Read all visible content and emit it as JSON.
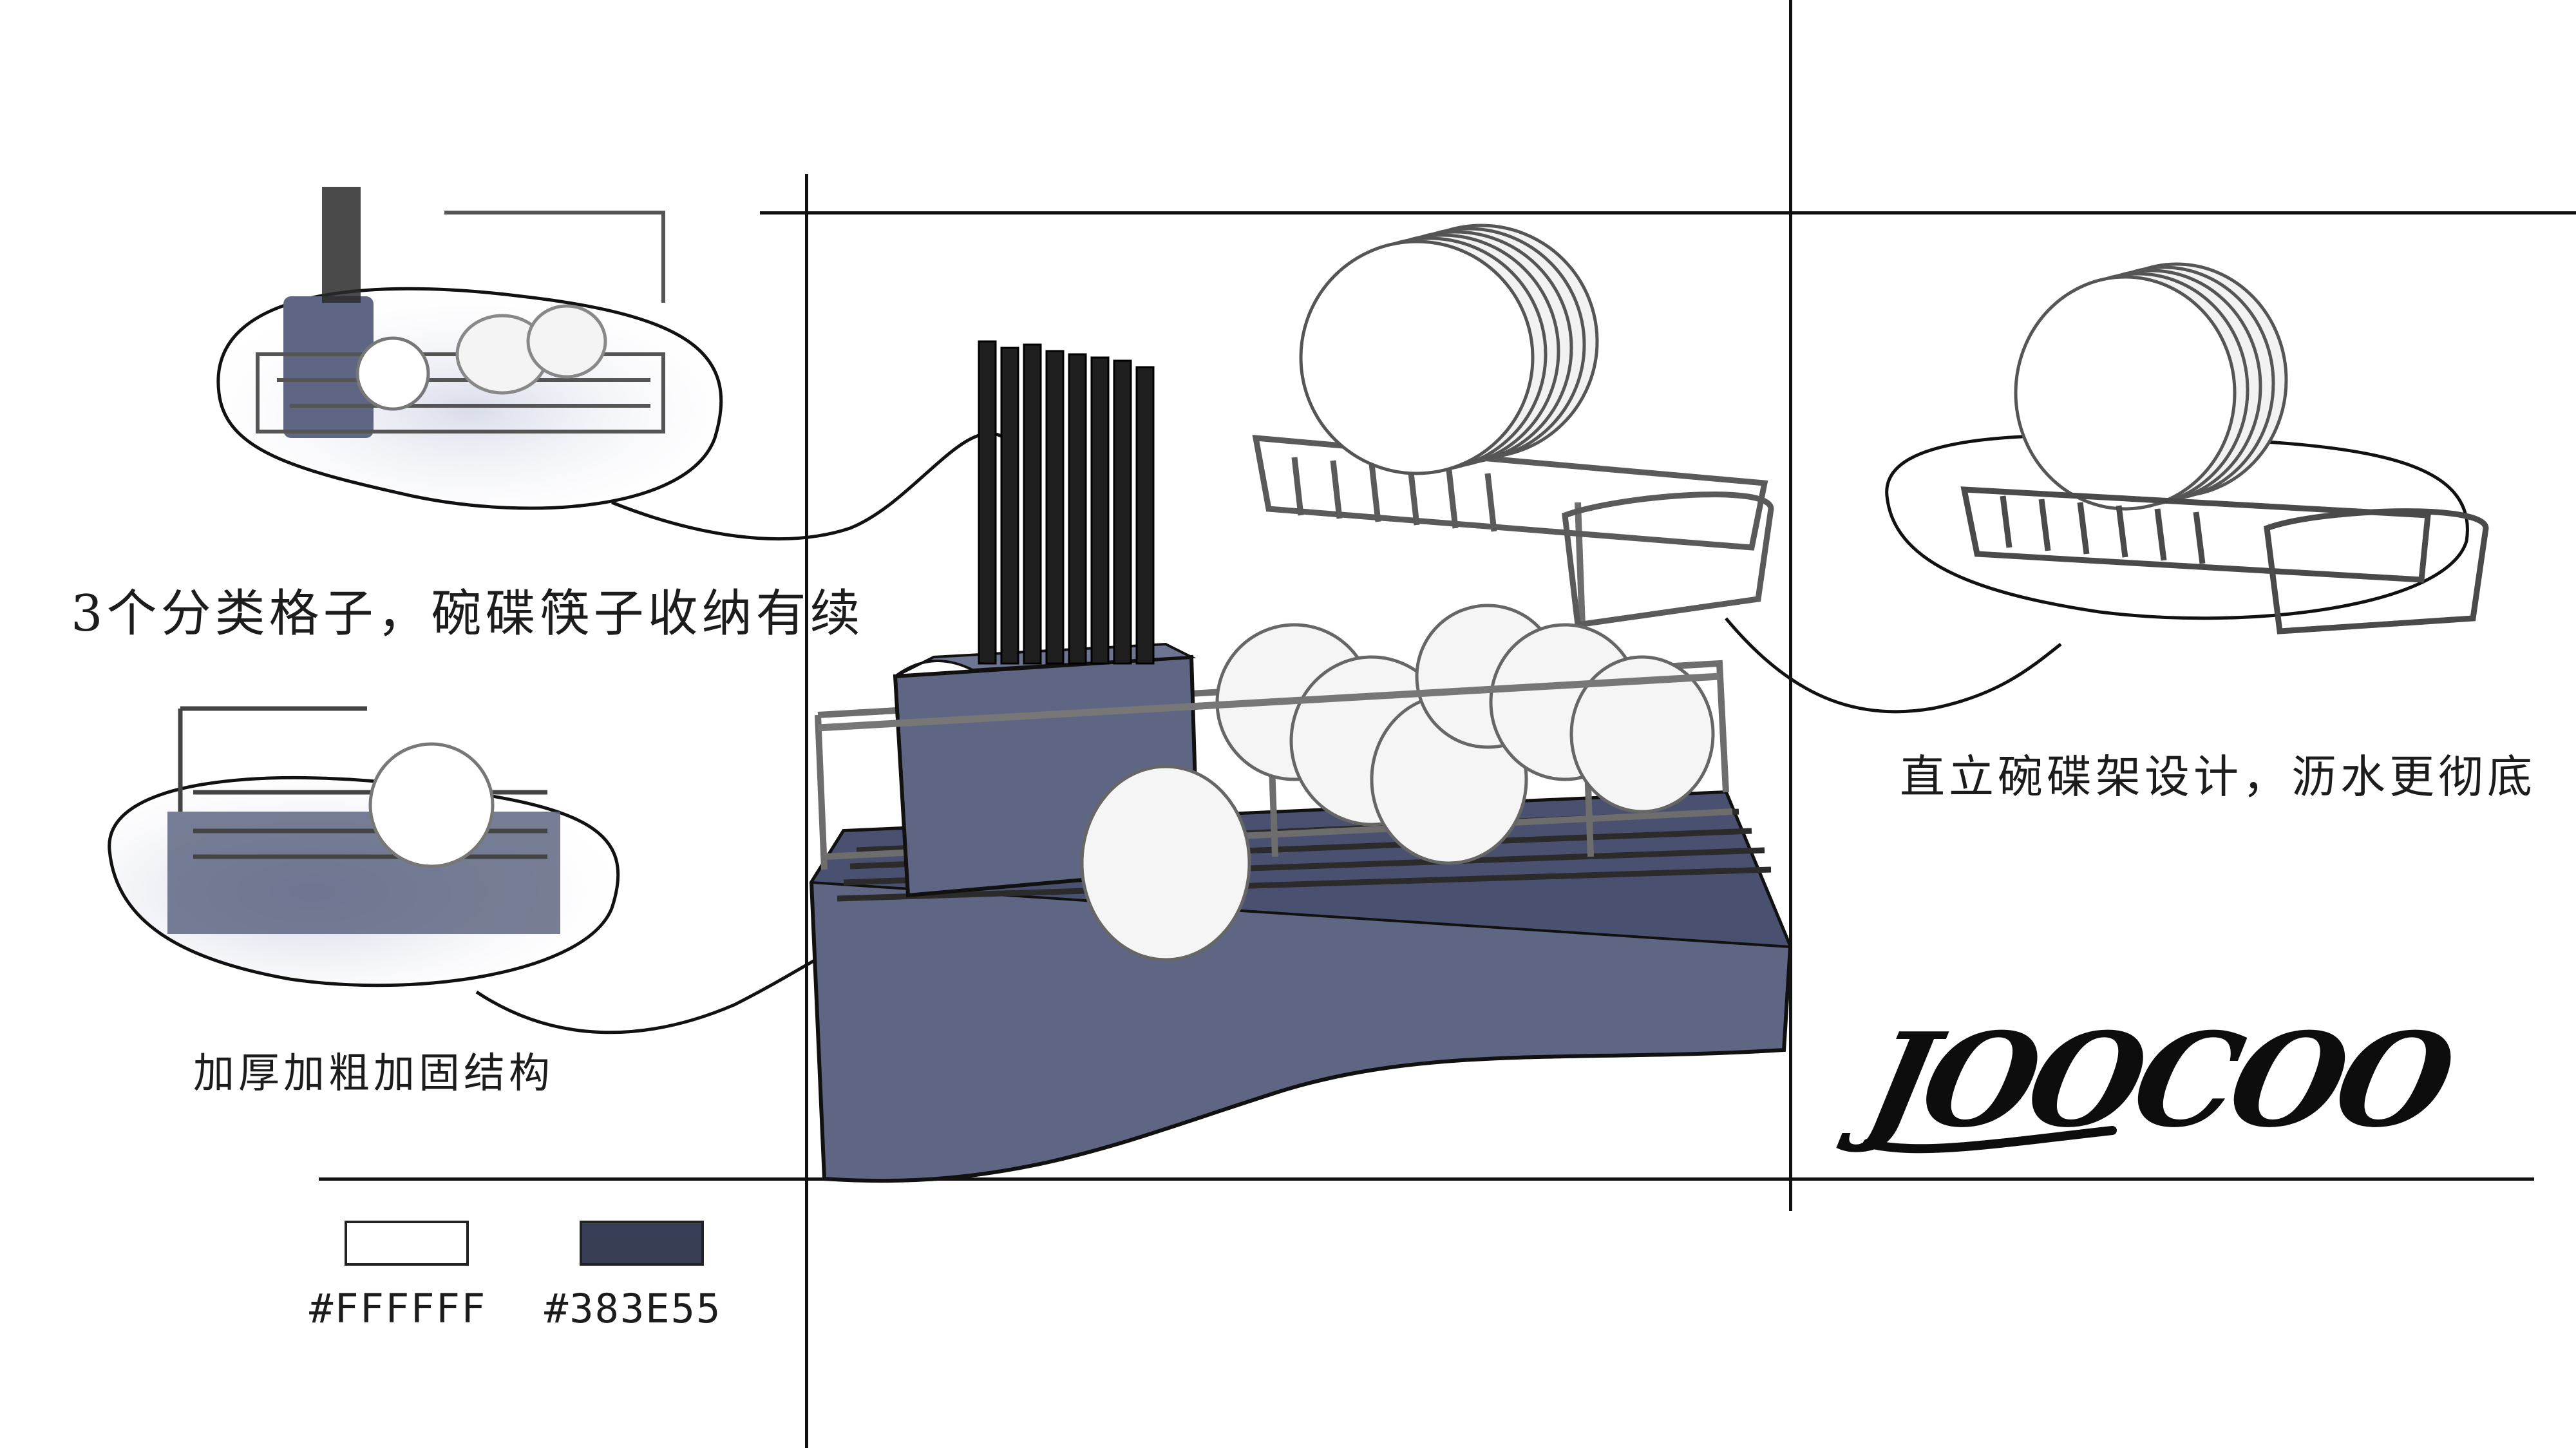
{
  "captions": {
    "compartments": "3个分类格子，碗碟筷子收纳有续",
    "structure": "加厚加粗加固结构",
    "drain": "直立碗碟架设计，沥水更彻底"
  },
  "brand": {
    "logo_text": "JOOCOO"
  },
  "palette": [
    {
      "hex_label": "#FFFFFF",
      "color": "#FFFFFF"
    },
    {
      "hex_label": "#383E55",
      "color": "#383E55"
    }
  ],
  "colors": {
    "accent": "#383E55",
    "tray": "#5E6683",
    "line": "#111111"
  },
  "icons": {
    "product": "dish-rack-illustration",
    "detail_top": "utensil-holder-detail",
    "detail_bottom": "thick-frame-detail",
    "detail_right": "plate-rack-detail"
  }
}
